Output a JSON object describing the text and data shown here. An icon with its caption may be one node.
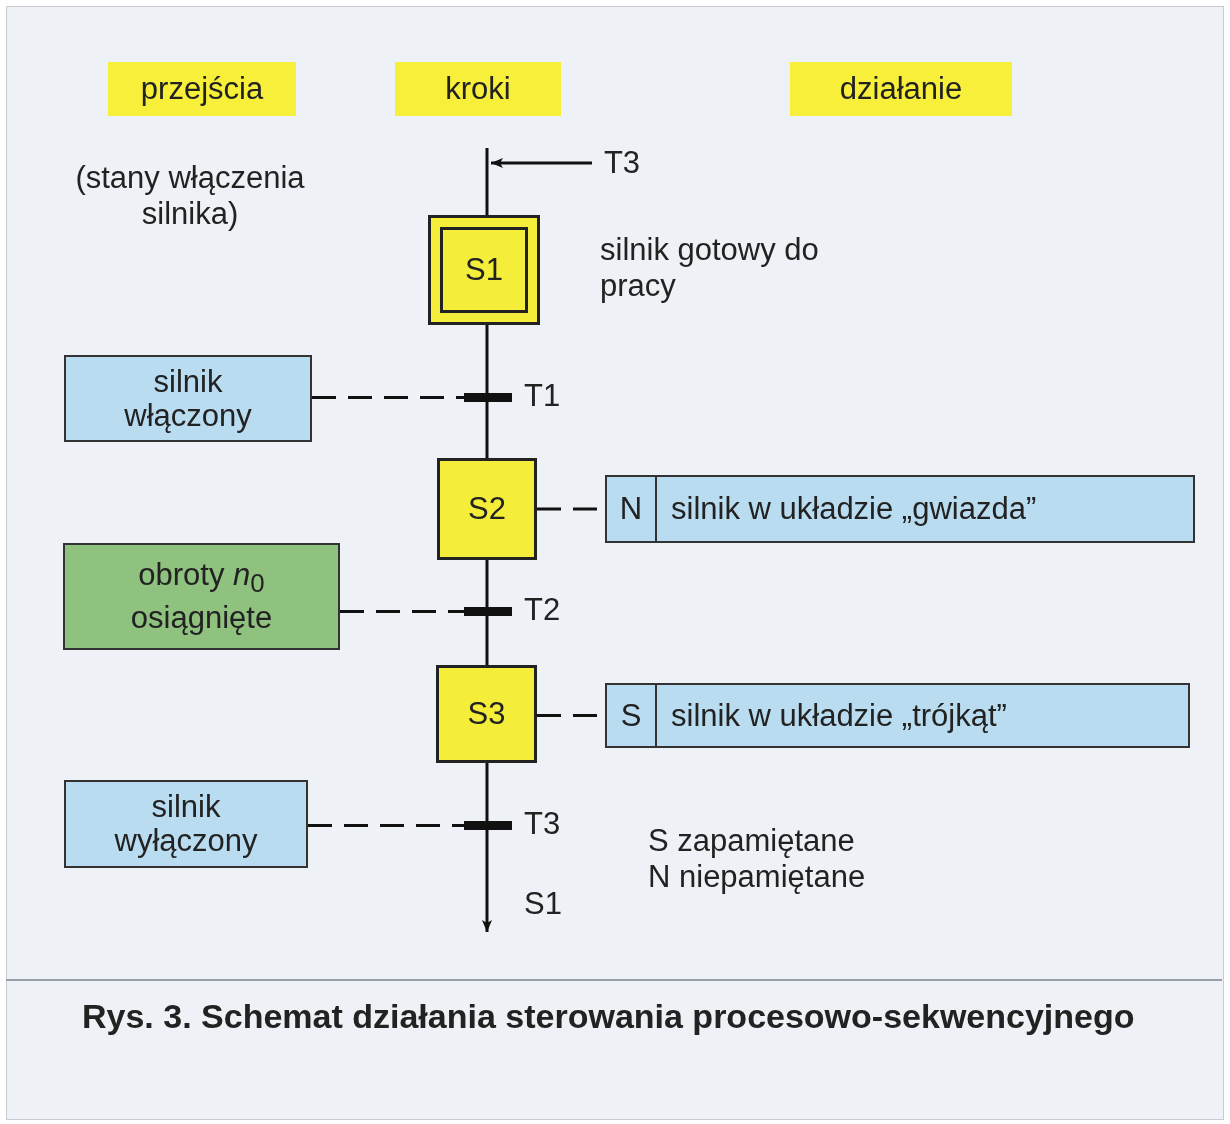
{
  "diagram": {
    "caption": "Rys. 3. Schemat działania sterowania procesowo-sekwencyjnego",
    "nodes": [
      {
        "text": [
          "przejścia"
        ]
      },
      {
        "text": [
          "kroki"
        ]
      },
      {
        "text": [
          "działanie"
        ]
      },
      {
        "text": [
          "S1"
        ],
        "beside": [
          "silnik gotowy do pracy"
        ]
      },
      {
        "text": [
          "S2"
        ]
      },
      {
        "text": [
          "S3"
        ]
      },
      {
        "text": [
          "silnik włączony"
        ]
      },
      {
        "text": [
          "obroty *n*$_{0}$ osiągnięte"
        ]
      },
      {
        "text": [
          "silnik wyłączony"
        ]
      },
      {
        "text": [
          "N",
          "silnik w układzie „gwiazda”"
        ]
      },
      {
        "text": [
          "S",
          "silnik w układzie „trójkąt”"
        ]
      },
      {
        "text": [],
        "shape": "bar",
        "beside": [
          "T1"
        ]
      },
      {
        "text": [],
        "shape": "bar",
        "beside": [
          "T2"
        ]
      },
      {
        "text": [],
        "shape": "bar",
        "beside": [
          "T3"
        ]
      },
      {
        "text": [
          "T3"
        ]
      }
    ],
    "edges": [
      {
        "from": null,
        "to": 3,
        "arrow": "none"
      },
      {
        "from": 14,
        "to": null,
        "arrow": "to"
      },
      {
        "from": 3,
        "to": 11,
        "arrow": "none"
      },
      {
        "from": 11,
        "to": 4,
        "arrow": "none"
      },
      {
        "from": 4,
        "to": 12,
        "arrow": "none"
      },
      {
        "from": 12,
        "to": 5,
        "arrow": "none"
      },
      {
        "from": 5,
        "to": 13,
        "arrow": "none"
      },
      {
        "from": 13,
        "to": null,
        "arrow": "to"
      },
      {
        "from": 6,
        "to": 11,
        "arrow": "none",
        "style": "dashed"
      },
      {
        "from": 7,
        "to": 12,
        "arrow": "none",
        "style": "dashed"
      },
      {
        "from": 8,
        "to": 13,
        "arrow": "none",
        "style": "dashed"
      },
      {
        "from": 4,
        "to": 9,
        "arrow": "none",
        "style": "dashed"
      },
      {
        "from": 5,
        "to": 10,
        "arrow": "none",
        "style": "dashed"
      }
    ],
    "labels": [
      "(stany włączenia silnika)",
      "S1",
      "S zapamiętane",
      "N niepamiętane"
    ]
  }
}
